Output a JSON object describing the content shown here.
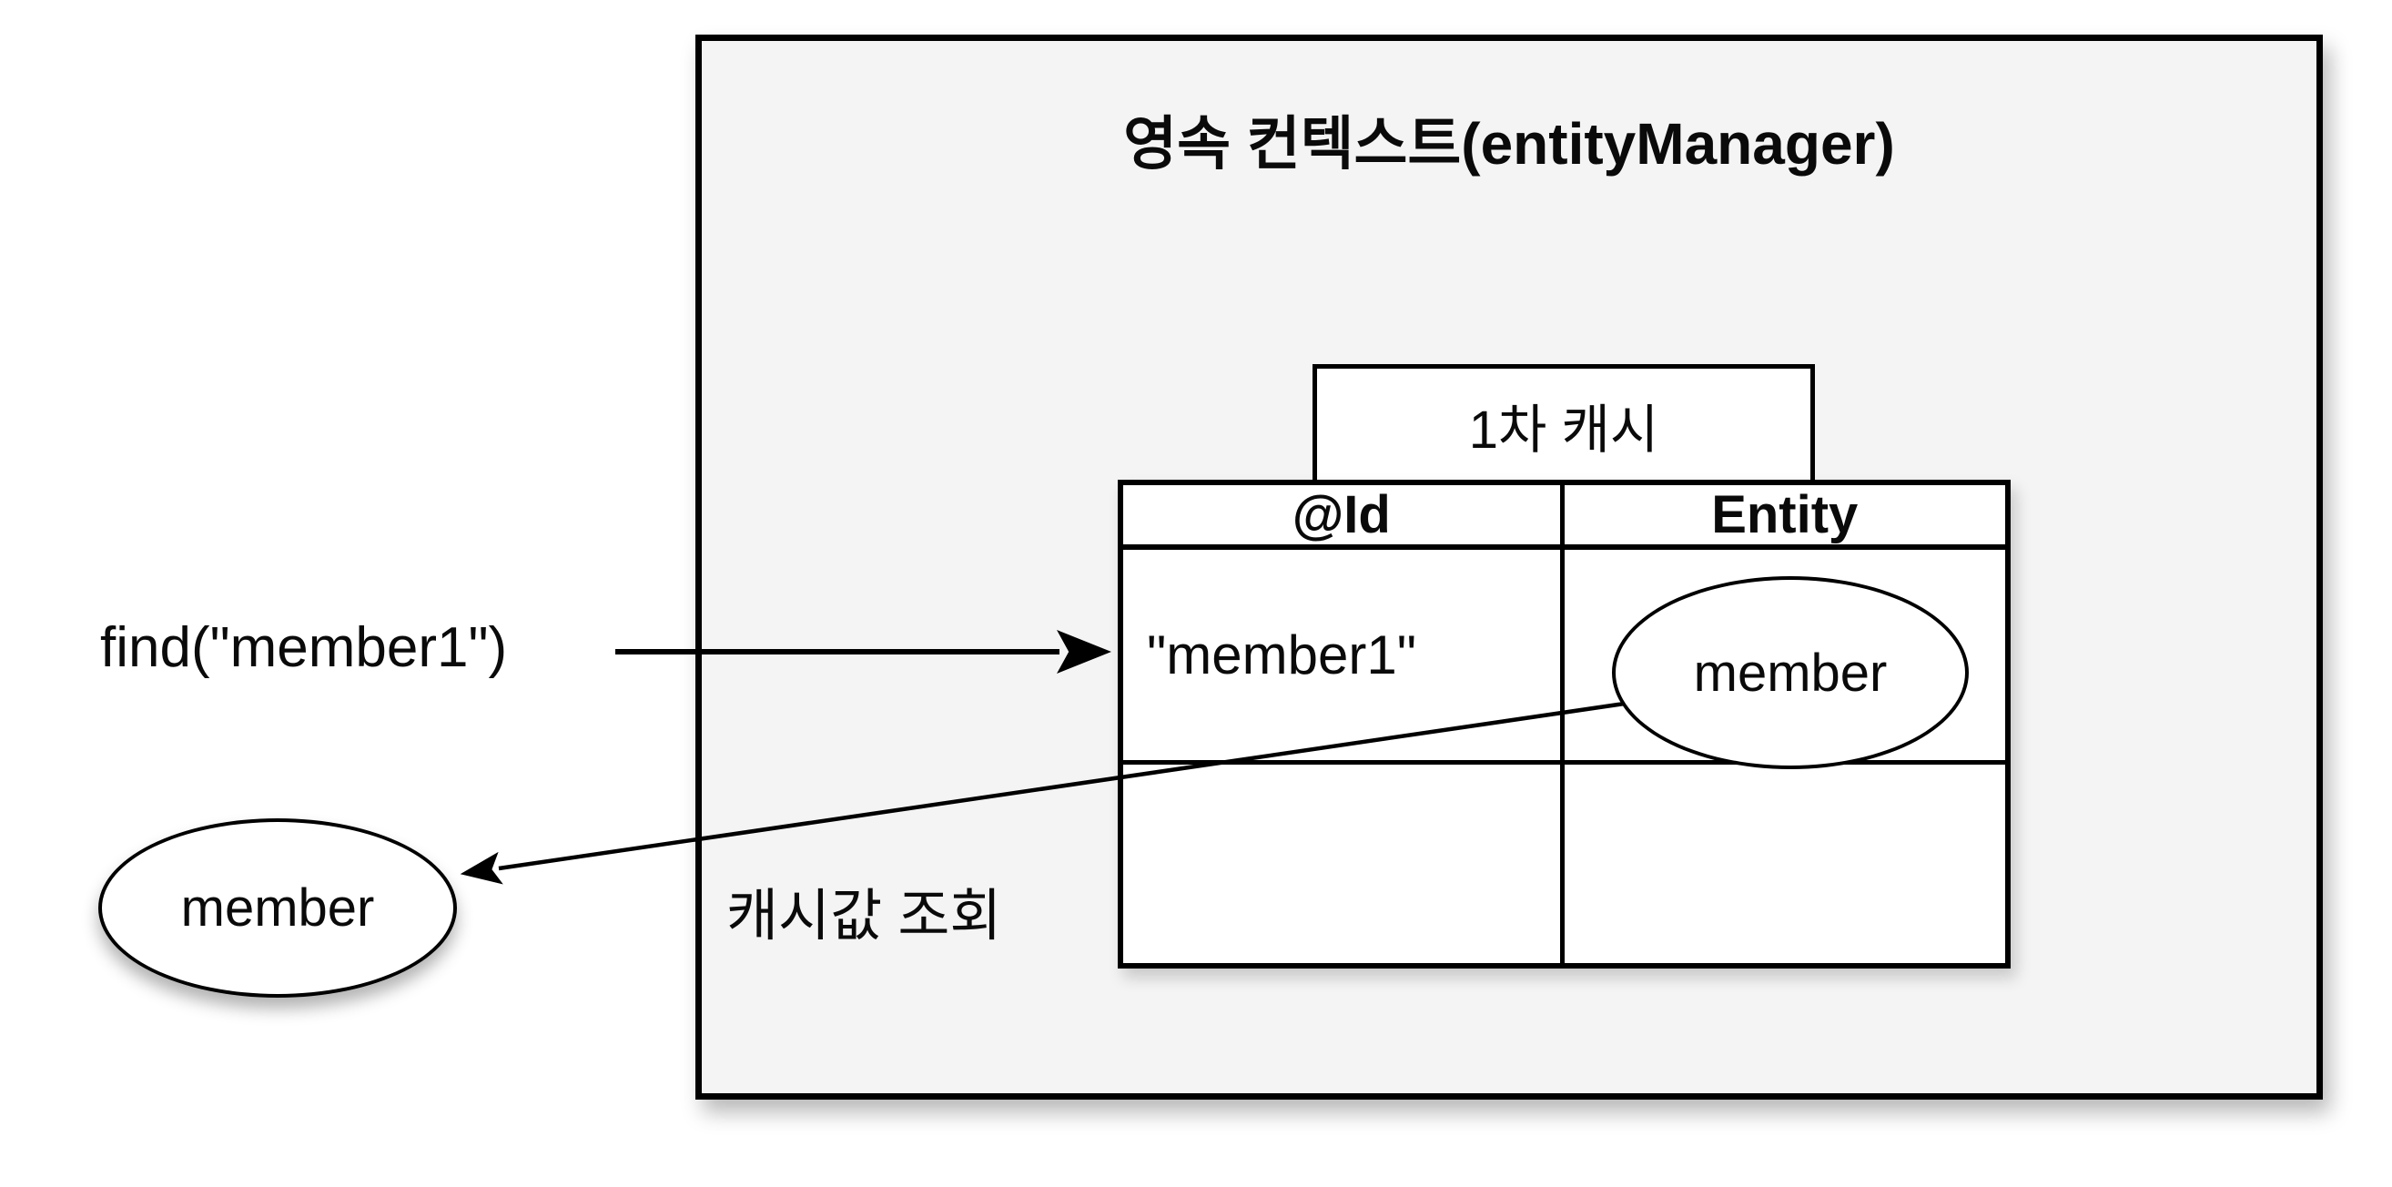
{
  "colors": {
    "background": "#ffffff",
    "context_box_fill": "#f4f4f4",
    "line": "#000000",
    "cell_fill": "#ffffff"
  },
  "diagram": {
    "title": "영속 컨텍스트(entityManager)",
    "cache_box_label": "1차 캐시",
    "table": {
      "headers": [
        "@Id",
        "Entity"
      ],
      "rows": [
        {
          "id": "\"member1\"",
          "entity": "member"
        },
        {
          "id": "",
          "entity": ""
        }
      ]
    },
    "find_label": "find(\"member1\")",
    "result_entity_label": "member",
    "lookup_label": "캐시값 조회"
  }
}
